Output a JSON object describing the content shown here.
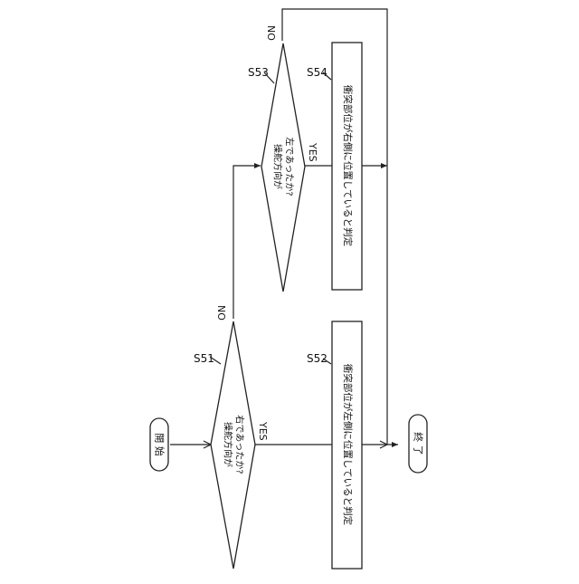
{
  "flowchart": {
    "start": {
      "label": "開 始"
    },
    "end": {
      "label": "終 了"
    },
    "decisions": [
      {
        "step": "S51",
        "line1": "操舵方向が",
        "line2": "右であったか?",
        "yes": "YES",
        "no": "NO"
      },
      {
        "step": "S53",
        "line1": "操舵方向が",
        "line2": "左であったか?",
        "yes": "YES",
        "no": "NO"
      }
    ],
    "processes": [
      {
        "step": "S52",
        "label": "衝突部位が左側に位置していると判定"
      },
      {
        "step": "S54",
        "label": "衝突部位が右側に位置していると判定"
      }
    ]
  }
}
